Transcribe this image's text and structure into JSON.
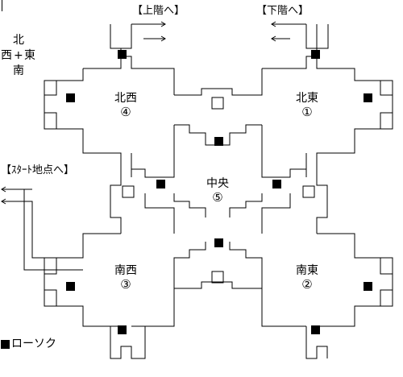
{
  "compass": {
    "north": "北",
    "west": "西",
    "plus": "+",
    "east": "東",
    "south": "南"
  },
  "exits": {
    "upstairs": "【上階へ】",
    "downstairs": "【下階へ】",
    "start": "【ｽﾀｰﾄ地点へ】"
  },
  "rooms": {
    "northwest": {
      "name": "北西",
      "number": "④"
    },
    "northeast": {
      "name": "北東",
      "number": "①"
    },
    "center": {
      "name": "中央",
      "number": "⑤"
    },
    "southwest": {
      "name": "南西",
      "number": "③"
    },
    "southeast": {
      "name": "南東",
      "number": "②"
    }
  },
  "legend": {
    "label": "ローソク"
  },
  "colors": {
    "line": "#000000",
    "candle": "#000000",
    "background": "#ffffff"
  }
}
